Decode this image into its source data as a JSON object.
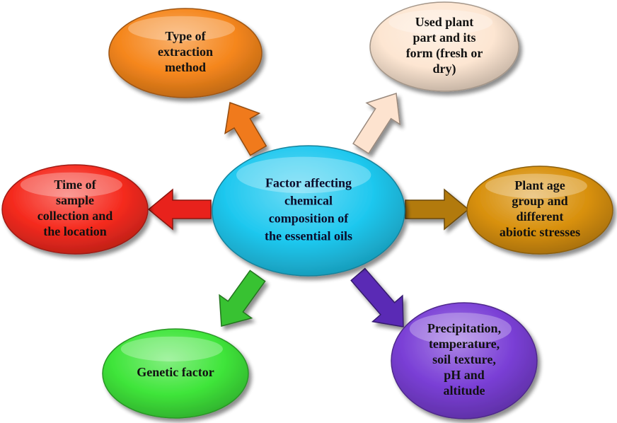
{
  "diagram": {
    "center": {
      "lines": [
        "Factor affecting",
        "chemical",
        "composition of",
        "the essential oils"
      ],
      "color": "#1fc8ef",
      "text_color": "#0b0b2a"
    },
    "nodes": [
      {
        "id": "extraction",
        "lines": [
          "Type of",
          "extraction",
          "method"
        ],
        "color": "#f5861c",
        "arrow_color": "#f07a1a",
        "text_color": "#111111"
      },
      {
        "id": "plant-part",
        "lines": [
          "Used plant",
          "part and its",
          "form (fresh or",
          "dry)"
        ],
        "color": "#fde6d2",
        "arrow_color": "#fde3cf",
        "text_color": "#111111"
      },
      {
        "id": "plant-age",
        "lines": [
          "Plant age",
          "group and",
          "different",
          "abiotic stresses"
        ],
        "color": "#d8900c",
        "arrow_color": "#b27a0e",
        "text_color": "#111111"
      },
      {
        "id": "precipitation",
        "lines": [
          "Precipitation,",
          "temperature,",
          "soil texture,",
          "pH and",
          "altitude"
        ],
        "color": "#7a3fd6",
        "arrow_color": "#5a2bb5",
        "text_color": "#111111"
      },
      {
        "id": "genetic",
        "lines": [
          "Genetic factor"
        ],
        "color": "#3fe53a",
        "arrow_color": "#39c233",
        "text_color": "#111111"
      },
      {
        "id": "time-location",
        "lines": [
          "Time of",
          "sample",
          "collection and",
          "the location"
        ],
        "color": "#f52a1e",
        "arrow_color": "#e8231c",
        "text_color": "#111111"
      }
    ]
  }
}
